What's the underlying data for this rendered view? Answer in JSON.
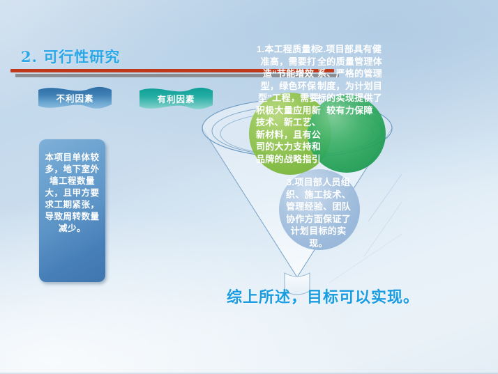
{
  "slide": {
    "title": "2. 可行性研究",
    "conclusion": "综上所述，目标可以实现。"
  },
  "banners": {
    "negative_label": "不利因素",
    "positive_label": "有利因素"
  },
  "negative_box": {
    "text": "本项目单体较多，地下室外墙工程数量大，且甲方要求工期紧张，导致周转数量减少。"
  },
  "funnel_texts": [
    {
      "id": "text-1",
      "text": "1.本工程质量标准高，需要打造“节能增效型，绿色环保型”工程，需要积极大量应用新技术、新工艺、新材料，且有公司的大力支持和品牌的战略指引"
    },
    {
      "id": "text-2",
      "text": "2.项目部具有健全的质量管理体系、严格的管理制度，为计划目标的实现提供了较有力保障"
    },
    {
      "id": "text-3",
      "text": "3.项目部人员组织、施工技术、管理经验、团队协作方面保证了计划目标的实现。"
    }
  ],
  "colors": {
    "title_blue": "#2AA7E6",
    "rule_red": "#c0381a",
    "rule_gray": "#8b8f93",
    "ribbon_blue": "#3e7fb4",
    "ribbon_teal": "#22ada3",
    "circle_green": "#7fba3c",
    "circle_teal": "#22a055",
    "circle_blue": "#aac4e0",
    "conclusion_blue": "#199ce0"
  }
}
